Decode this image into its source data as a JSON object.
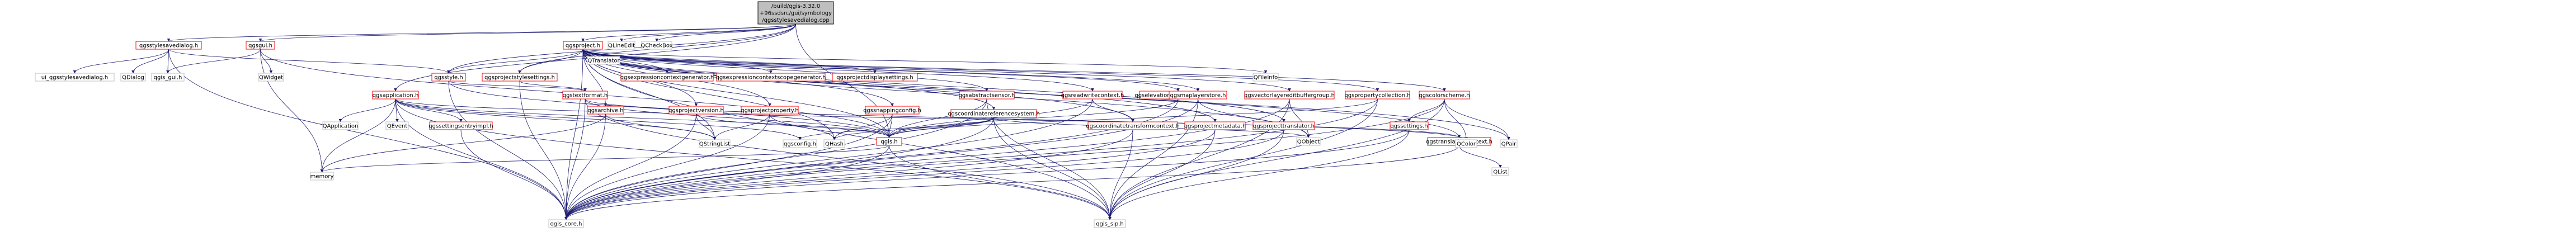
{
  "colors": {
    "root_fill": "#bfbfbf",
    "node_border_gray": "#bfbfbf",
    "node_border_red": "#ff0000",
    "node_fill": "#ffffff",
    "edge": "#191970",
    "text": "#000000"
  },
  "nodes": [
    {
      "id": "root",
      "lines": [
        "/build/qgis-3.32.0",
        "+96ssdsrc/gui/symbology",
        "/qgsstylesavedialog.cpp"
      ],
      "kind": "root"
    },
    {
      "id": "qgsstylesavedialog_h",
      "lines": [
        "qgsstylesavedialog.h"
      ],
      "kind": "doc"
    },
    {
      "id": "qgsgui_h",
      "lines": [
        "qgsgui.h"
      ],
      "kind": "doc"
    },
    {
      "id": "qgsproject_h",
      "lines": [
        "qgsproject.h"
      ],
      "kind": "doc"
    },
    {
      "id": "qlineedit",
      "lines": [
        "QLineEdit"
      ],
      "kind": "ext"
    },
    {
      "id": "qcheckbox",
      "lines": [
        "QCheckBox"
      ],
      "kind": "ext"
    },
    {
      "id": "ui_dialog",
      "lines": [
        "ui_qgsstylesavedialog.h"
      ],
      "kind": "ext"
    },
    {
      "id": "qdialog",
      "lines": [
        "QDialog"
      ],
      "kind": "ext"
    },
    {
      "id": "qgis_gui_h",
      "lines": [
        "qgis_gui.h"
      ],
      "kind": "ext"
    },
    {
      "id": "qwidget",
      "lines": [
        "QWidget"
      ],
      "kind": "ext"
    },
    {
      "id": "qgsstyle_h",
      "lines": [
        "qgsstyle.h"
      ],
      "kind": "doc"
    },
    {
      "id": "qgsprojectstylesettings_h",
      "lines": [
        "qgsprojectstylesettings.h"
      ],
      "kind": "doc"
    },
    {
      "id": "qgstextformat_h",
      "lines": [
        "qgstextformat.h"
      ],
      "kind": "doc"
    },
    {
      "id": "qtranslator",
      "lines": [
        "QTranslator"
      ],
      "kind": "ext"
    },
    {
      "id": "qgsexprctxgen_h",
      "lines": [
        "qgsexpressioncontextgenerator.h"
      ],
      "kind": "doc"
    },
    {
      "id": "qgsexprscopegen_h",
      "lines": [
        "qgsexpressioncontextscopegenerator.h"
      ],
      "kind": "doc"
    },
    {
      "id": "qgsprojectdisplaysettings_h",
      "lines": [
        "qgsprojectdisplaysettings.h"
      ],
      "kind": "doc"
    },
    {
      "id": "qfileinfo",
      "lines": [
        "QFileInfo"
      ],
      "kind": "ext"
    },
    {
      "id": "qgsapplication_h",
      "lines": [
        "qgsapplication.h"
      ],
      "kind": "doc"
    },
    {
      "id": "qgsarchive_h",
      "lines": [
        "qgsarchive.h"
      ],
      "kind": "doc"
    },
    {
      "id": "qgsprojectversion_h",
      "lines": [
        "qgsprojectversion.h"
      ],
      "kind": "doc"
    },
    {
      "id": "qgsprojectproperty_h",
      "lines": [
        "qgsprojectproperty.h"
      ],
      "kind": "doc"
    },
    {
      "id": "qgssnappingconfig_h",
      "lines": [
        "qgssnappingconfig.h"
      ],
      "kind": "doc"
    },
    {
      "id": "qgscrs_h",
      "lines": [
        "qgscoordinatereferencesystem.h"
      ],
      "kind": "doc"
    },
    {
      "id": "qgsabstractsensor_h",
      "lines": [
        "qgsabstractsensor.h"
      ],
      "kind": "doc"
    },
    {
      "id": "qgsreadwritecontext_h",
      "lines": [
        "qgsreadwritecontext.h"
      ],
      "kind": "doc"
    },
    {
      "id": "qgselevationshadingrenderer_h",
      "lines": [
        "qgselevationshadingrenderer.h"
      ],
      "kind": "doc"
    },
    {
      "id": "qgsmaplayerstore_h",
      "lines": [
        "qgsmaplayerstore.h"
      ],
      "kind": "doc"
    },
    {
      "id": "qgsvectorlayereditbuffergroup_h",
      "lines": [
        "qgsvectorlayereditbuffergroup.h"
      ],
      "kind": "doc"
    },
    {
      "id": "qgspropertycollection_h",
      "lines": [
        "qgspropertycollection.h"
      ],
      "kind": "doc"
    },
    {
      "id": "qgscolorscheme_h",
      "lines": [
        "qgscolorscheme.h"
      ],
      "kind": "doc"
    },
    {
      "id": "qgscoordinatetransformcontext_h",
      "lines": [
        "qgscoordinatetransformcontext.h"
      ],
      "kind": "doc"
    },
    {
      "id": "qgsprojectmetadata_h",
      "lines": [
        "qgsprojectmetadata.h"
      ],
      "kind": "doc"
    },
    {
      "id": "qgsprojecttranslator_h",
      "lines": [
        "qgsprojecttranslator.h"
      ],
      "kind": "doc"
    },
    {
      "id": "qgis_h",
      "lines": [
        "qgis.h"
      ],
      "kind": "doc"
    },
    {
      "id": "qgssettings_h",
      "lines": [
        "qgssettings.h"
      ],
      "kind": "doc"
    },
    {
      "id": "qgstranslationcontext_h",
      "lines": [
        "qgstranslationcontext.h"
      ],
      "kind": "doc"
    },
    {
      "id": "qgssettingsentryimpl_h",
      "lines": [
        "qgssettingsentryimpl.h"
      ],
      "kind": "doc"
    },
    {
      "id": "qapplication",
      "lines": [
        "QApplication"
      ],
      "kind": "ext"
    },
    {
      "id": "qevent",
      "lines": [
        "QEvent"
      ],
      "kind": "ext"
    },
    {
      "id": "qstringlist",
      "lines": [
        "QStringList"
      ],
      "kind": "ext"
    },
    {
      "id": "qgsconfig_h",
      "lines": [
        "qgsconfig.h"
      ],
      "kind": "ext"
    },
    {
      "id": "qhash",
      "lines": [
        "QHash"
      ],
      "kind": "ext"
    },
    {
      "id": "qobject",
      "lines": [
        "QObject"
      ],
      "kind": "ext"
    },
    {
      "id": "qcolor",
      "lines": [
        "QColor"
      ],
      "kind": "ext"
    },
    {
      "id": "qpair",
      "lines": [
        "QPair"
      ],
      "kind": "ext"
    },
    {
      "id": "qlist",
      "lines": [
        "QList"
      ],
      "kind": "ext"
    },
    {
      "id": "memory",
      "lines": [
        "memory"
      ],
      "kind": "ext"
    },
    {
      "id": "qgis_core_h",
      "lines": [
        "qgis_core.h"
      ],
      "kind": "ext"
    },
    {
      "id": "qgis_sip_h",
      "lines": [
        "qgis_sip.h"
      ],
      "kind": "ext"
    }
  ],
  "edges": [
    [
      "root",
      "qgsstylesavedialog_h"
    ],
    [
      "root",
      "qgsgui_h"
    ],
    [
      "root",
      "qgsproject_h"
    ],
    [
      "root",
      "qlineedit"
    ],
    [
      "root",
      "qcheckbox"
    ],
    [
      "root",
      "qgsstyle_h"
    ],
    [
      "root",
      "qgsprojectstylesettings_h"
    ],
    [
      "root",
      "qgsapplication_h"
    ],
    [
      "root",
      "qgis_h"
    ],
    [
      "qgsstylesavedialog_h",
      "ui_dialog"
    ],
    [
      "qgsstylesavedialog_h",
      "qdialog"
    ],
    [
      "qgsstylesavedialog_h",
      "qgis_gui_h"
    ],
    [
      "qgsstylesavedialog_h",
      "qgsstyle_h"
    ],
    [
      "qgsstylesavedialog_h",
      "qgis_core_h"
    ],
    [
      "qgsgui_h",
      "qgis_gui_h"
    ],
    [
      "qgsgui_h",
      "qwidget"
    ],
    [
      "qgsgui_h",
      "memory"
    ],
    [
      "qgsgui_h",
      "qgis_h"
    ],
    [
      "qgsproject_h",
      "qgsstyle_h"
    ],
    [
      "qgsproject_h",
      "qgsprojectstylesettings_h"
    ],
    [
      "qgsproject_h",
      "qtranslator"
    ],
    [
      "qgsproject_h",
      "qgsexprctxgen_h"
    ],
    [
      "qgsproject_h",
      "qgsexprscopegen_h"
    ],
    [
      "qgsproject_h",
      "qgsprojectdisplaysettings_h"
    ],
    [
      "qgsproject_h",
      "qfileinfo"
    ],
    [
      "qgsproject_h",
      "qgsarchive_h"
    ],
    [
      "qgsproject_h",
      "qgsprojectversion_h"
    ],
    [
      "qgsproject_h",
      "qgsprojectproperty_h"
    ],
    [
      "qgsproject_h",
      "qgssnappingconfig_h"
    ],
    [
      "qgsproject_h",
      "qgscrs_h"
    ],
    [
      "qgsproject_h",
      "qgsabstractsensor_h"
    ],
    [
      "qgsproject_h",
      "qgsreadwritecontext_h"
    ],
    [
      "qgsproject_h",
      "qgselevationshadingrenderer_h"
    ],
    [
      "qgsproject_h",
      "qgsmaplayerstore_h"
    ],
    [
      "qgsproject_h",
      "qgsvectorlayereditbuffergroup_h"
    ],
    [
      "qgsproject_h",
      "qgspropertycollection_h"
    ],
    [
      "qgsproject_h",
      "qgscolorscheme_h"
    ],
    [
      "qgsproject_h",
      "qgscoordinatetransformcontext_h"
    ],
    [
      "qgsproject_h",
      "qgsprojectmetadata_h"
    ],
    [
      "qgsproject_h",
      "qgsprojecttranslator_h"
    ],
    [
      "qgsproject_h",
      "qgstranslationcontext_h"
    ],
    [
      "qgsproject_h",
      "qgis_h"
    ],
    [
      "qgsproject_h",
      "qstringlist"
    ],
    [
      "qgsproject_h",
      "qhash"
    ],
    [
      "qgsproject_h",
      "qobject"
    ],
    [
      "qgsproject_h",
      "qpair"
    ],
    [
      "qgsproject_h",
      "qgis_core_h"
    ],
    [
      "qgsproject_h",
      "qgis_sip_h"
    ],
    [
      "qgsstyle_h",
      "qgstextformat_h"
    ],
    [
      "qgsstyle_h",
      "qgis_core_h"
    ],
    [
      "qgsstyle_h",
      "qgis_h"
    ],
    [
      "qgsprojectstylesettings_h",
      "qgstextformat_h"
    ],
    [
      "qgsprojectstylesettings_h",
      "qgis_core_h"
    ],
    [
      "qgstextformat_h",
      "qgis_h"
    ],
    [
      "qgstextformat_h",
      "qgis_core_h"
    ],
    [
      "qgstextformat_h",
      "qgis_sip_h"
    ],
    [
      "qgstextformat_h",
      "qcolor"
    ],
    [
      "qgsapplication_h",
      "qapplication"
    ],
    [
      "qgsapplication_h",
      "qevent"
    ],
    [
      "qgsapplication_h",
      "qgssettingsentryimpl_h"
    ],
    [
      "qgsapplication_h",
      "qstringlist"
    ],
    [
      "qgsapplication_h",
      "memory"
    ],
    [
      "qgsapplication_h",
      "qgstranslationcontext_h"
    ],
    [
      "qgsapplication_h",
      "qgis_h"
    ],
    [
      "qgsapplication_h",
      "qgsconfig_h"
    ],
    [
      "qgsapplication_h",
      "qgis_core_h"
    ],
    [
      "qgsapplication_h",
      "qgis_sip_h"
    ],
    [
      "qgsarchive_h",
      "qgis_core_h"
    ],
    [
      "qgsarchive_h",
      "qstringlist"
    ],
    [
      "qgsarchive_h",
      "memory"
    ],
    [
      "qgsprojectversion_h",
      "qstringlist"
    ],
    [
      "qgsprojectversion_h",
      "qgis_core_h"
    ],
    [
      "qgsprojectversion_h",
      "qgis_h"
    ],
    [
      "qgsprojectproperty_h",
      "qstringlist"
    ],
    [
      "qgsprojectproperty_h",
      "qhash"
    ],
    [
      "qgsprojectproperty_h",
      "qgis_core_h"
    ],
    [
      "qgssnappingconfig_h",
      "qgis_h"
    ],
    [
      "qgssnappingconfig_h",
      "qhash"
    ],
    [
      "qgssnappingconfig_h",
      "qgis_core_h"
    ],
    [
      "qgscrs_h",
      "qgis_h"
    ],
    [
      "qgscrs_h",
      "qgsconfig_h"
    ],
    [
      "qgscrs_h",
      "qhash"
    ],
    [
      "qgscrs_h",
      "qgis_core_h"
    ],
    [
      "qgscrs_h",
      "qgis_sip_h"
    ],
    [
      "qgscrs_h",
      "qobject"
    ],
    [
      "qgsabstractsensor_h",
      "qgis_h"
    ],
    [
      "qgsabstractsensor_h",
      "qgis_core_h"
    ],
    [
      "qgsabstractsensor_h",
      "qgis_sip_h"
    ],
    [
      "qgsreadwritecontext_h",
      "qgscoordinatetransformcontext_h"
    ],
    [
      "qgsreadwritecontext_h",
      "qgis_h"
    ],
    [
      "qgsreadwritecontext_h",
      "qgis_core_h"
    ],
    [
      "qgselevationshadingrenderer_h",
      "qgis_h"
    ],
    [
      "qgselevationshadingrenderer_h",
      "qgis_core_h"
    ],
    [
      "qgsmaplayerstore_h",
      "qgis_core_h"
    ],
    [
      "qgsmaplayerstore_h",
      "qgis_sip_h"
    ],
    [
      "qgsmaplayerstore_h",
      "qobject"
    ],
    [
      "qgsvectorlayereditbuffergroup_h",
      "qgis_core_h"
    ],
    [
      "qgsvectorlayereditbuffergroup_h",
      "qobject"
    ],
    [
      "qgsvectorlayereditbuffergroup_h",
      "qgis_sip_h"
    ],
    [
      "qgspropertycollection_h",
      "qgis_core_h"
    ],
    [
      "qgspropertycollection_h",
      "qgis_sip_h"
    ],
    [
      "qgspropertycollection_h",
      "qgis_h"
    ],
    [
      "qgscolorscheme_h",
      "qgis_core_h"
    ],
    [
      "qgscolorscheme_h",
      "qgis_sip_h"
    ],
    [
      "qgscolorscheme_h",
      "qgssettings_h"
    ],
    [
      "qgscolorscheme_h",
      "qcolor"
    ],
    [
      "qgscolorscheme_h",
      "qpair"
    ],
    [
      "qgscoordinatetransformcontext_h",
      "qgis_core_h"
    ],
    [
      "qgscoordinatetransformcontext_h",
      "qgis_sip_h"
    ],
    [
      "qgsprojectmetadata_h",
      "qgis_core_h"
    ],
    [
      "qgsprojectmetadata_h",
      "qgis_sip_h"
    ],
    [
      "qgsprojecttranslator_h",
      "qgis_core_h"
    ],
    [
      "qgsprojecttranslator_h",
      "qgis_sip_h"
    ],
    [
      "qgis_h",
      "qgis_core_h"
    ],
    [
      "qgis_h",
      "qgis_sip_h"
    ],
    [
      "qgis_h",
      "memory"
    ],
    [
      "qgssettings_h",
      "qgis_core_h"
    ],
    [
      "qgssettings_h",
      "qgis_sip_h"
    ],
    [
      "qgstranslationcontext_h",
      "qgis_core_h"
    ],
    [
      "qgstranslationcontext_h",
      "qlist"
    ],
    [
      "qgssettingsentryimpl_h",
      "qgis_core_h"
    ]
  ]
}
